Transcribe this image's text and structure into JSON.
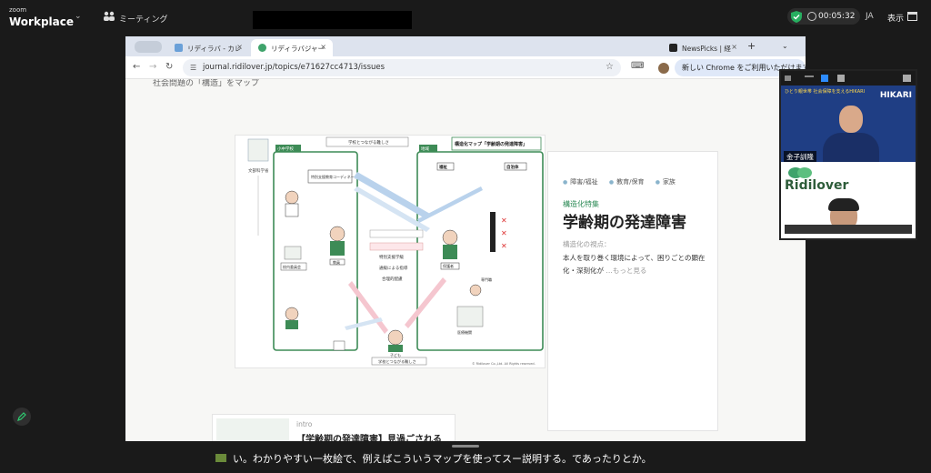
{
  "zoom": {
    "logo_small": "zoom",
    "logo_big": "Workplace",
    "meeting_label": "ミーティング",
    "timer": "00:05:32",
    "language": "JA",
    "view_label": "表示"
  },
  "browser": {
    "tabs": [
      {
        "label": "リディラバ - カレ",
        "active": false
      },
      {
        "label": "リディラバジャー",
        "active": true
      },
      {
        "label": "NewsPicks | 経",
        "active": false
      }
    ],
    "url": "journal.ridilover.jp/topics/e71627cc4713/issues",
    "chrome_notice": "新しい Chrome をご利用いただけます"
  },
  "page": {
    "cut_line": "社会問題の「構造」をマップ",
    "card": {
      "tags": [
        "障害/福祉",
        "教育/保育",
        "家族"
      ],
      "feature_label": "構造化特集",
      "title": "学齢期の発達障害",
      "view_point_label": "構造化の視点：",
      "body": "本人を取り巻く環境によって、困りごとの顕在化・深刻化が",
      "more": "…もっと見る"
    },
    "intro": {
      "label": "intro",
      "title": "【学齢期の発達障害】見過ごされる"
    },
    "diagram": {
      "map_title": "構造化マップ「学齢期の発達障害」",
      "school_box": "学校とつながる難しさ",
      "section_school": "小中学校",
      "section_welfare": "地域",
      "coordinator": "特別支援教育コーディネーター",
      "welfare": "福祉",
      "local_gov": "自治体",
      "support_class": "特別支援学級",
      "tsukyu": "通級による指導",
      "goui": "合理的配慮",
      "teacher": "教員",
      "parent": "保護者",
      "child": "子ども",
      "medical": "医療機関",
      "specialist": "専門職",
      "committee": "校内委員会",
      "mext": "文部科学省",
      "bottom_box": "学校とつながる難しさ",
      "copyright": "© Ridilover Co.,Ltd. All Rights reserved."
    }
  },
  "video": {
    "banner": "ひとり親世帯 社会保障を支えるHIKARI",
    "brand": "HIKARI",
    "participant_name": "金子訓隆",
    "ridi_logo": "Ridilover"
  },
  "caption": "い。わかりやすい一枚絵で、例えばこういうマップを使ってスー説明する。であったりとか。",
  "colors": {
    "zoom_bg": "#1a1a1a",
    "accent_green": "#2e8b57",
    "video_blue": "#1f3e84",
    "chrome_tab": "#dde3ee"
  }
}
